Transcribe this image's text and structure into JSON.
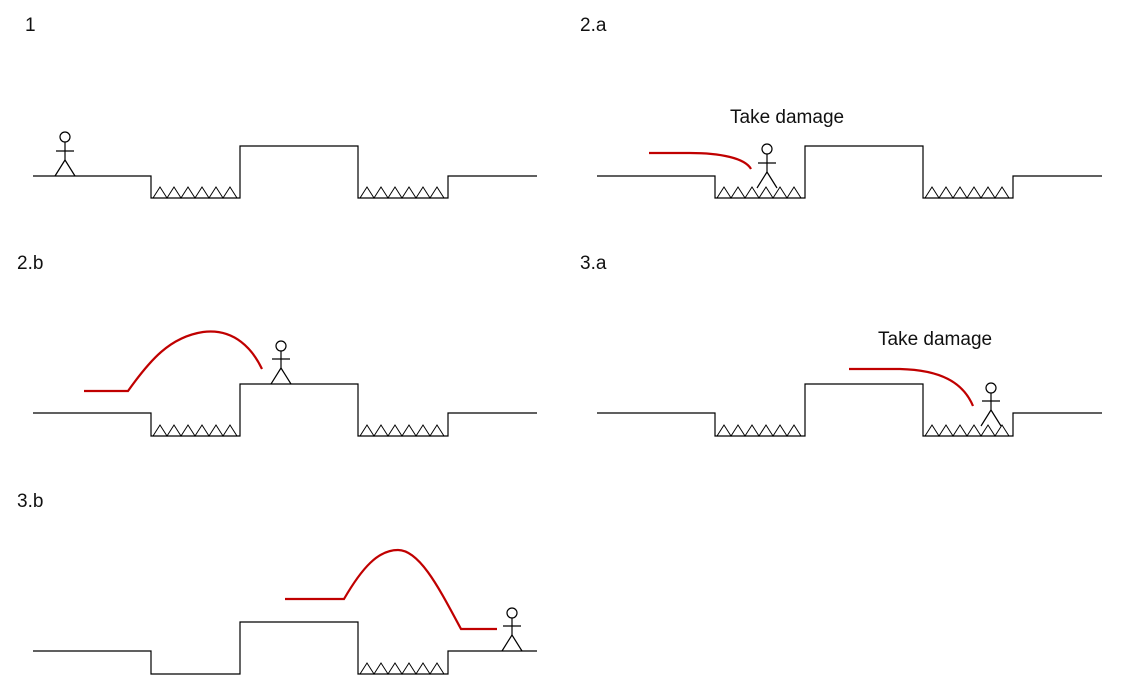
{
  "colors": {
    "path": "#c00000",
    "ink": "#000000",
    "background": "#ffffff"
  },
  "panels": [
    {
      "id": "1",
      "label": "1",
      "note": ""
    },
    {
      "id": "2a",
      "label": "2.a",
      "note": "Take damage"
    },
    {
      "id": "2b",
      "label": "2.b",
      "note": ""
    },
    {
      "id": "3a",
      "label": "3.a",
      "note": "Take damage"
    },
    {
      "id": "3b",
      "label": "3.b",
      "note": ""
    }
  ]
}
